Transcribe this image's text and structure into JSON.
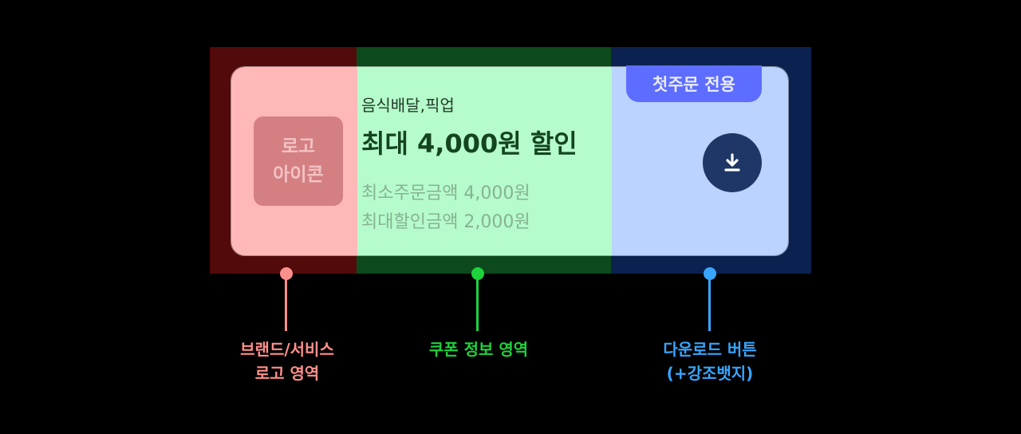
{
  "card": {
    "logo_line1": "로고",
    "logo_line2": "아이콘",
    "category": "음식배달,픽업",
    "headline": "최대 4,000원 할인",
    "min_order": "최소주문금액 4,000원",
    "max_discount": "최대할인금액 2,000원",
    "badge": "첫주문 전용",
    "download_icon": "download-icon"
  },
  "labels": {
    "logo_line1": "브랜드/서비스",
    "logo_line2": "로고 영역",
    "info": "쿠폰 정보 영역",
    "download_line1": "다운로드 버튼",
    "download_line2": "(+강조뱃지)"
  },
  "colors": {
    "logo_zone": "#ff8f8b",
    "info_zone": "#1ed23c",
    "download_zone": "#38a6ff",
    "badge": "#5d6dff",
    "download_button": "#1e3766"
  }
}
